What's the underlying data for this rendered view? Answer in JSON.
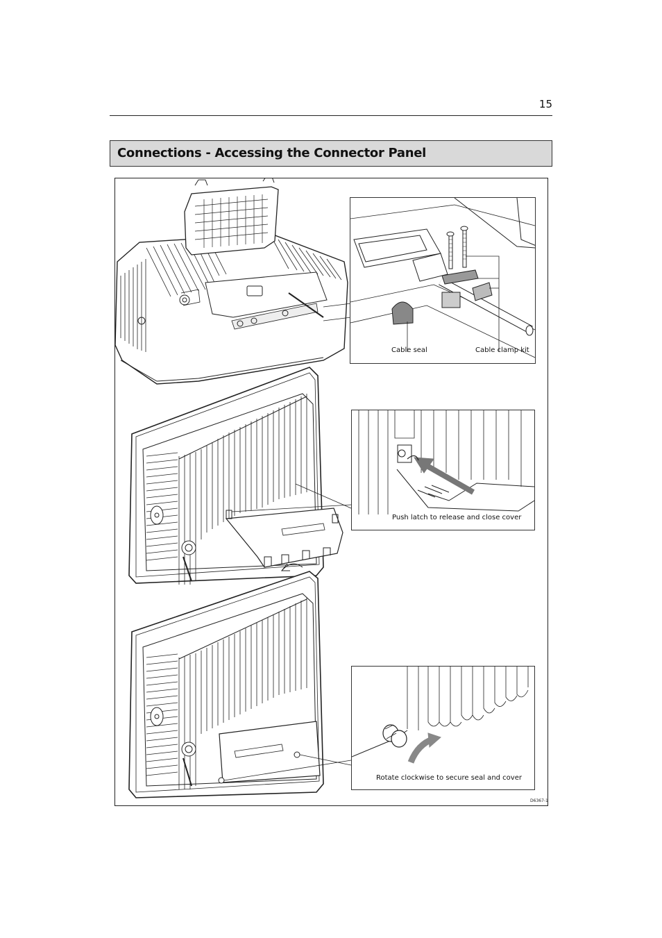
{
  "page": {
    "number": "15"
  },
  "section": {
    "title": "Connections - Accessing the Connector Panel"
  },
  "figure": {
    "labels": {
      "cable_seal": "Cable seal",
      "cable_clamp_kit": "Cable clamp kit",
      "push_latch": "Push latch to release and close cover",
      "rotate_clockwise": "Rotate clockwise to secure seal and cover"
    },
    "figure_id": "D6367-1"
  }
}
